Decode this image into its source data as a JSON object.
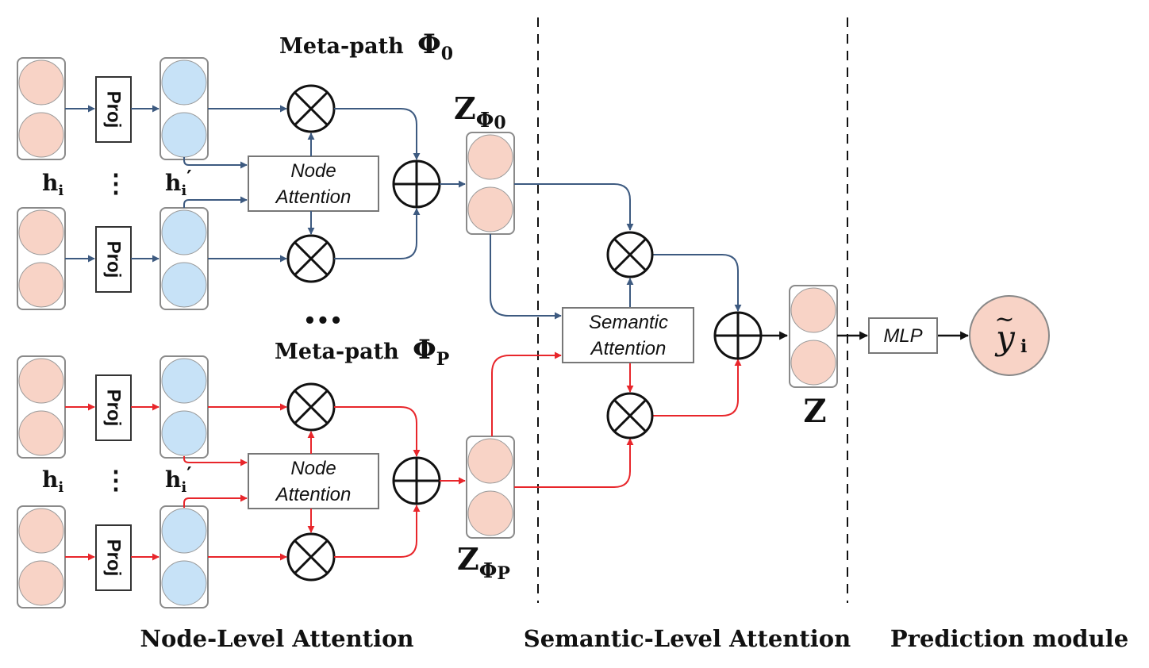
{
  "colors": {
    "blue_arrow": "#3d5a80",
    "red_arrow": "#e8262b",
    "input_node_fill": "#f8d3c6",
    "projected_node_fill": "#c7e2f7",
    "column_border": "#8a8a8a",
    "box_border": "#777777"
  },
  "labels": {
    "meta_path_top": "Meta-path",
    "phi_top": "Φ",
    "phi_top_sub": "0",
    "meta_path_bottom": "Meta-path",
    "phi_bottom": "Φ",
    "phi_bottom_sub": "P",
    "h_i": "h",
    "h_i_sub": "i",
    "h_i_prime": "h",
    "h_i_prime_sub": "i",
    "h_i_prime_mark": "′",
    "vertical_ellipsis": "⋮",
    "middle_ellipsis": "•••",
    "proj": "Proj",
    "node_attention_line1": "Node",
    "node_attention_line2": "Attention",
    "semantic_attention_line1": "Semantic",
    "semantic_attention_line2": "Attention",
    "z_phi": "Z",
    "z_phi_sub_symbol": "Φ",
    "z_phi0_sub_index": "0",
    "z_phip_sub_index": "P",
    "z": "Z",
    "mlp": "MLP",
    "y_tilde": "ỹ",
    "y_tilde_base": "y",
    "y_tilde_mark": "~",
    "y_sub": "i"
  },
  "sections": {
    "node_level": "Node-Level Attention",
    "semantic_level": "Semantic-Level Attention",
    "prediction": "Prediction module"
  },
  "icons": {
    "multiply": "circled-times-icon",
    "add": "circled-plus-icon"
  }
}
